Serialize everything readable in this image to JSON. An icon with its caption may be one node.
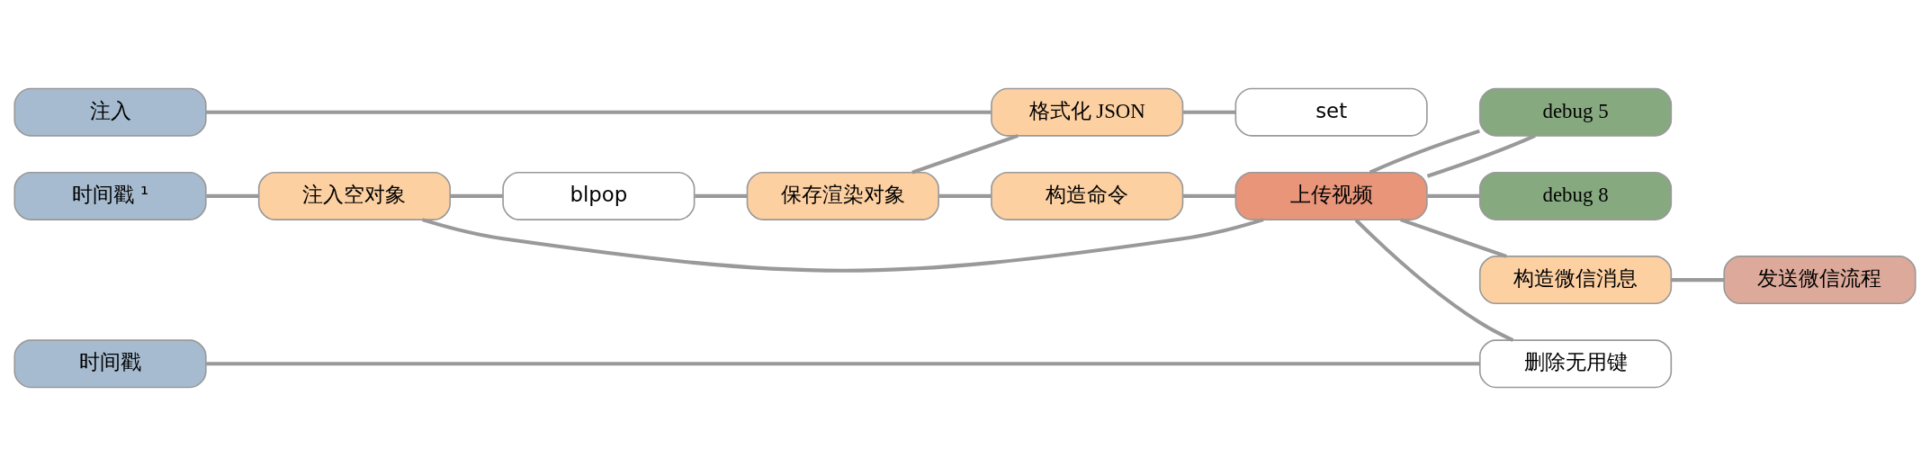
{
  "diagram": {
    "nodes": [
      {
        "text": [
          "注入"
        ]
      },
      {
        "text": [
          "格式化 JSON"
        ]
      },
      {
        "text": [
          "set"
        ]
      },
      {
        "text": [
          "时间戳 ¹"
        ]
      },
      {
        "text": [
          "注入空对象"
        ]
      },
      {
        "text": [
          "blpop"
        ]
      },
      {
        "text": [
          "保存渲染对象"
        ]
      },
      {
        "text": [
          "构造命令"
        ]
      },
      {
        "text": [
          "上传视频"
        ]
      },
      {
        "text": [
          "debug 5"
        ]
      },
      {
        "text": [
          "debug 8"
        ]
      },
      {
        "text": [
          "构造微信消息"
        ]
      },
      {
        "text": [
          "发送微信流程"
        ]
      },
      {
        "text": [
          "时间戳"
        ]
      },
      {
        "text": [
          "删除无用键"
        ]
      }
    ],
    "edges": [
      {
        "from": 0,
        "to": 1,
        "arrow": "none"
      },
      {
        "from": 1,
        "to": 2,
        "arrow": "none"
      },
      {
        "from": 3,
        "to": 4,
        "arrow": "none"
      },
      {
        "from": 4,
        "to": 5,
        "arrow": "none"
      },
      {
        "from": 5,
        "to": 6,
        "arrow": "none"
      },
      {
        "from": 6,
        "to": 1,
        "arrow": "none"
      },
      {
        "from": 6,
        "to": 7,
        "arrow": "none"
      },
      {
        "from": 7,
        "to": 8,
        "arrow": "none"
      },
      {
        "from": 8,
        "to": 9,
        "arrow": "none"
      },
      {
        "from": 8,
        "to": 9,
        "arrow": "none"
      },
      {
        "from": 8,
        "to": 10,
        "arrow": "none"
      },
      {
        "from": 8,
        "to": 11,
        "arrow": "none"
      },
      {
        "from": 8,
        "to": 14,
        "arrow": "none"
      },
      {
        "from": 8,
        "to": 4,
        "arrow": "none"
      },
      {
        "from": 11,
        "to": 12,
        "arrow": "none"
      },
      {
        "from": 13,
        "to": 14,
        "arrow": "none"
      }
    ]
  }
}
